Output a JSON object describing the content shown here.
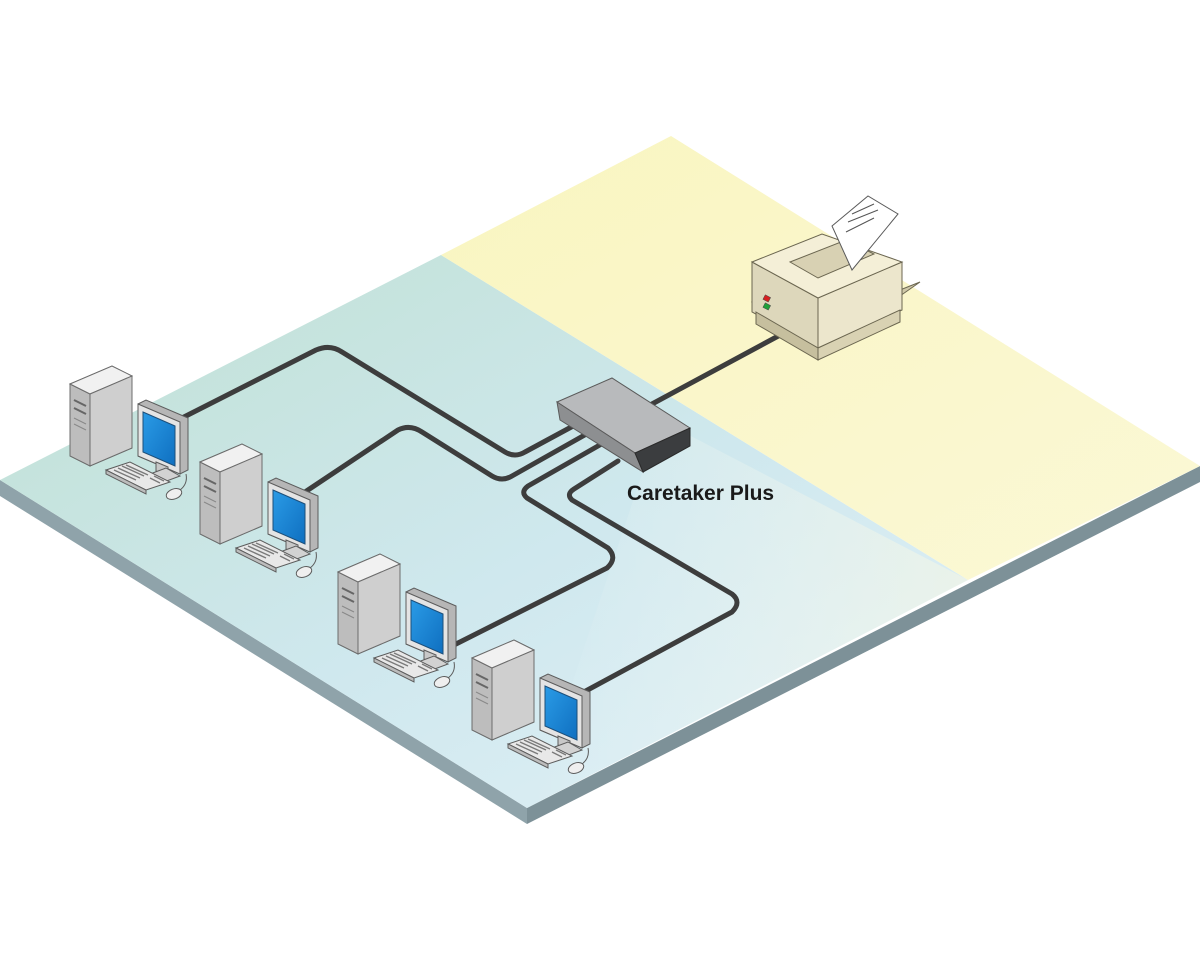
{
  "hub": {
    "label": "Caretaker Plus"
  },
  "workstations": [
    {
      "id": "ws1"
    },
    {
      "id": "ws2"
    },
    {
      "id": "ws3"
    },
    {
      "id": "ws4"
    }
  ],
  "colors": {
    "floor_left": "#c9e6ee",
    "floor_right": "#f8f4c2",
    "cable": "#3d3d3d",
    "monitor_screen": "#1a86d6",
    "hub_body": "#8f9193",
    "printer_body": "#ece6cc"
  }
}
